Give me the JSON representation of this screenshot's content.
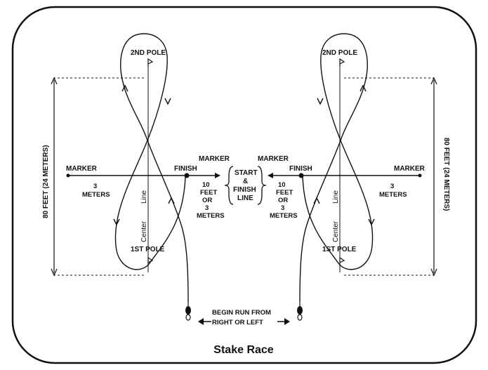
{
  "title": "Stake Race",
  "left": {
    "second_pole": "2ND POLE",
    "first_pole": "1ST POLE",
    "marker": "MARKER",
    "marker_finish": "MARKER",
    "finish": "FINISH",
    "three_line1": "3",
    "three_line2": "METERS",
    "ten_feet": [
      "10",
      "FEET",
      "OR",
      "3",
      "METERS"
    ],
    "center": "Center",
    "line": "Line",
    "distance": "80 FEET (24 METERS)"
  },
  "right": {
    "second_pole": "2ND POLE",
    "first_pole": "1ST POLE",
    "marker": "MARKER",
    "marker_finish": "MARKER",
    "finish": "FINISH",
    "three_line1": "3",
    "three_line2": "METERS",
    "ten_feet": [
      "10",
      "FEET",
      "OR",
      "3",
      "METERS"
    ],
    "center": "Center",
    "line": "Line",
    "distance": "80 FEET (24 METERS)"
  },
  "start_finish": [
    "START",
    "&",
    "FINISH",
    "LINE"
  ],
  "begin_run": [
    "BEGIN RUN FROM",
    "RIGHT OR LEFT"
  ]
}
